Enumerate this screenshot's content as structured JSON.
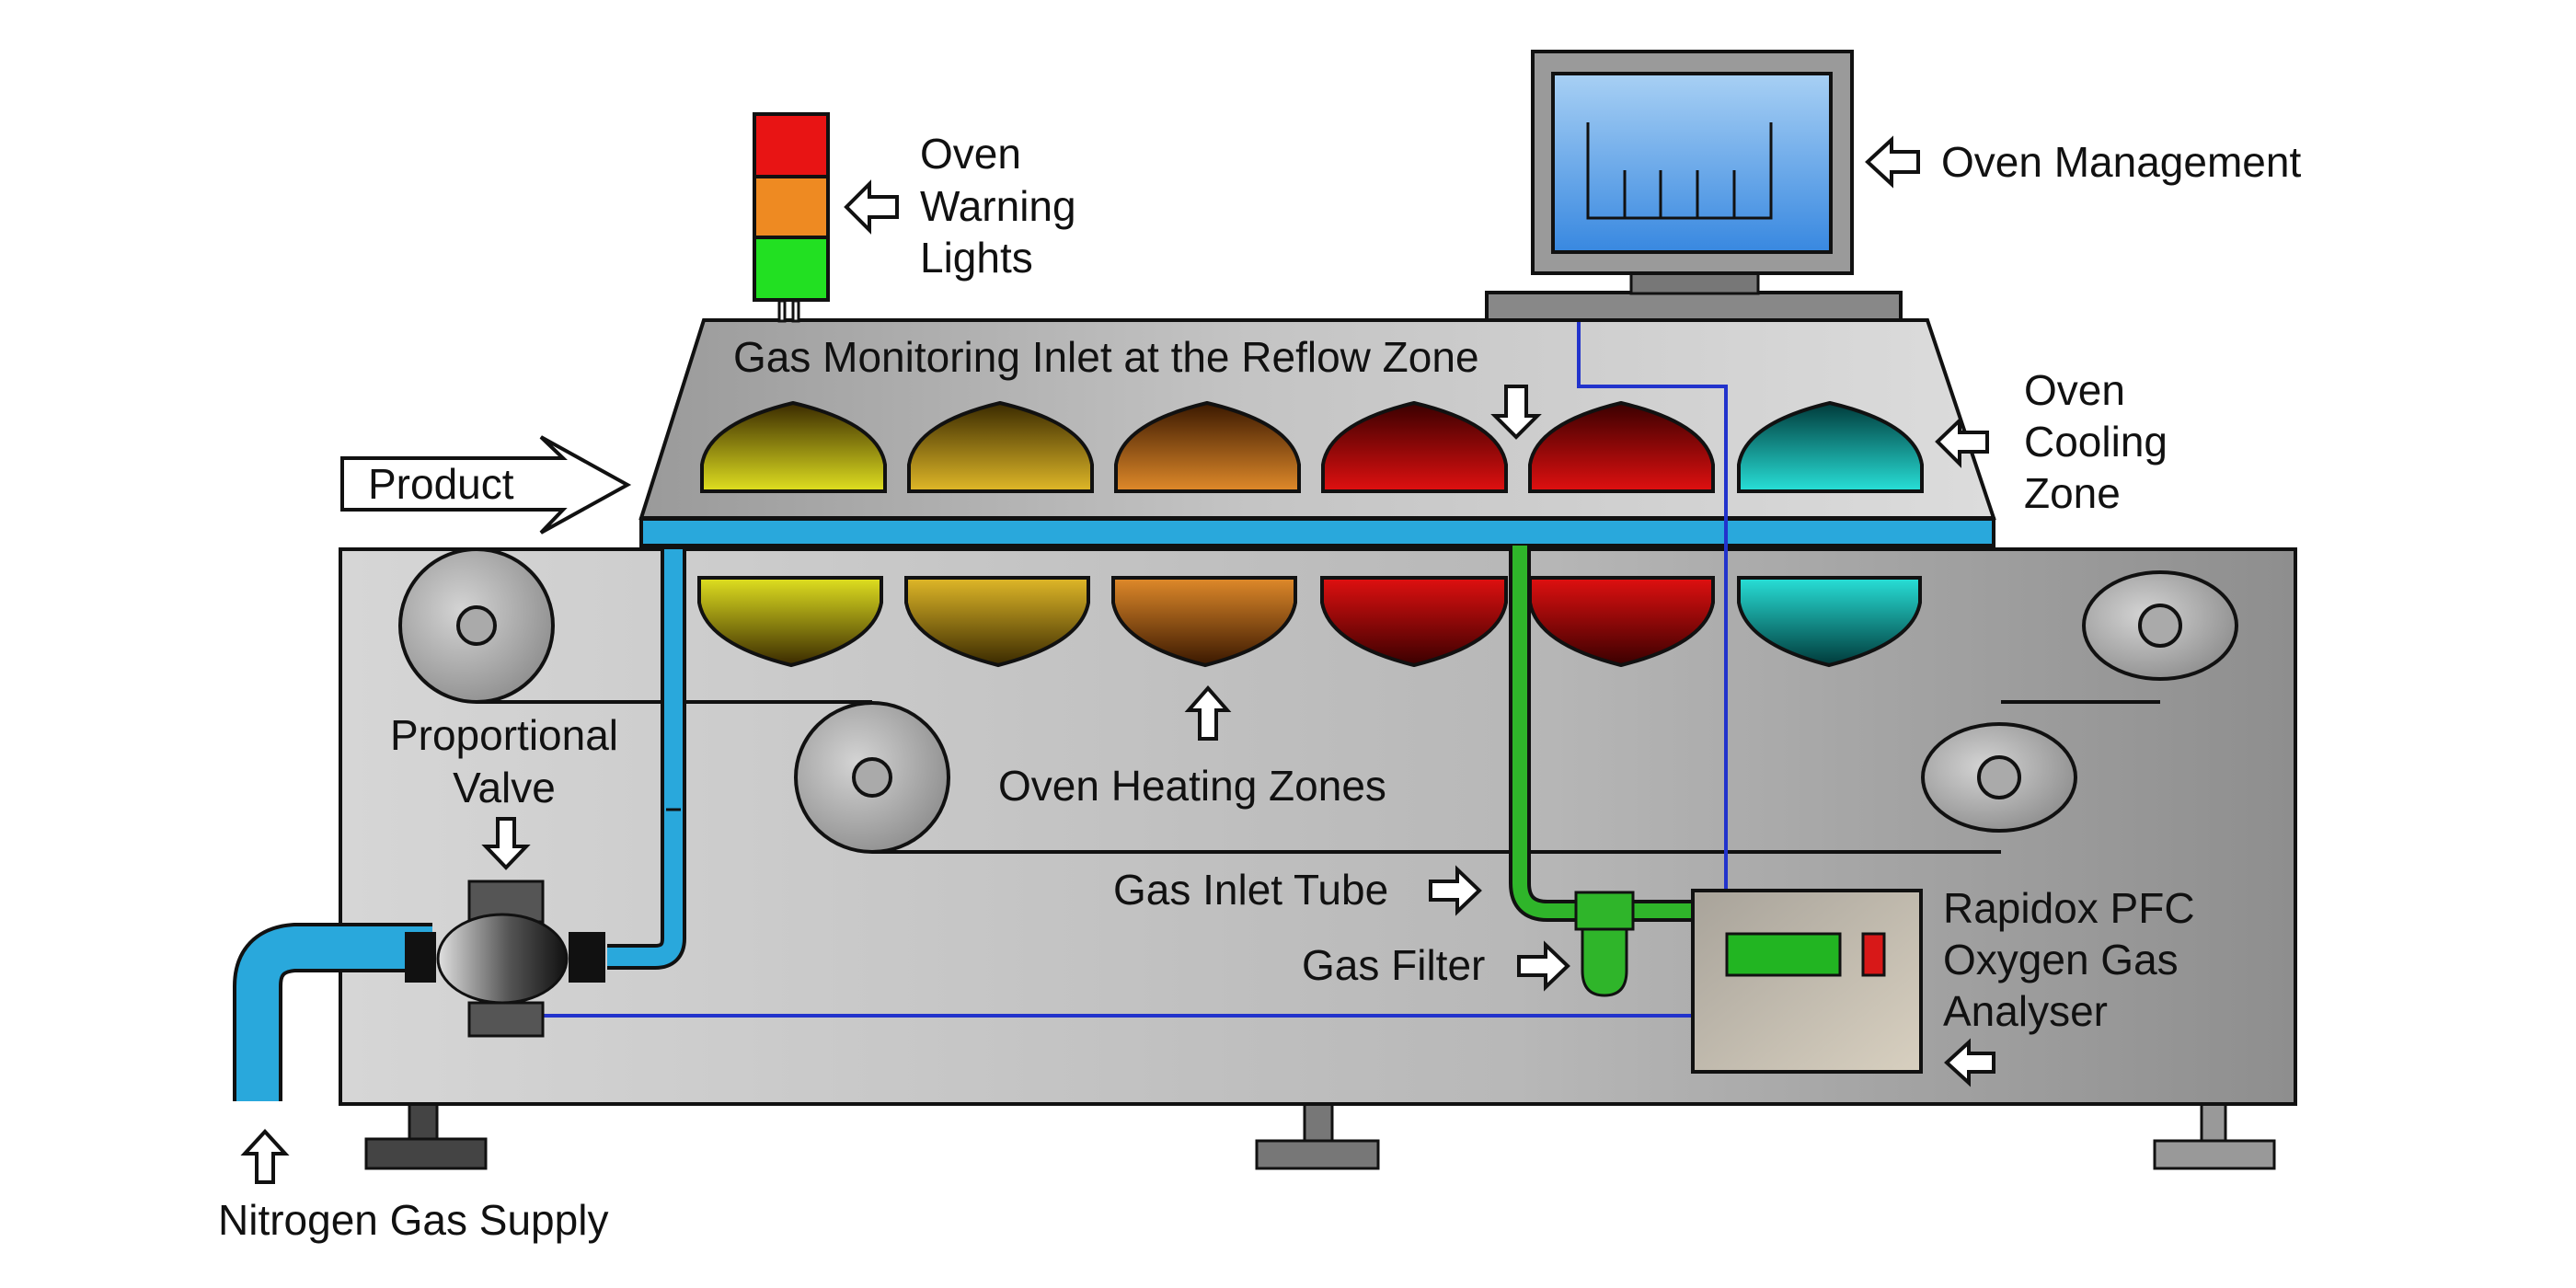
{
  "labels": {
    "warning_lights": [
      "Oven",
      "Warning",
      "Lights"
    ],
    "oven_management": "Oven Management",
    "gas_monitoring_inlet": "Gas Monitoring Inlet at the Reflow Zone",
    "product": "Product",
    "cooling_zone": [
      "Oven",
      "Cooling",
      "Zone"
    ],
    "proportional_valve": [
      "Proportional",
      "Valve"
    ],
    "heating_zones": "Oven Heating Zones",
    "gas_inlet_tube": "Gas Inlet Tube",
    "gas_filter": "Gas Filter",
    "analyser": [
      "Rapidox PFC",
      "Oxygen Gas",
      "Analyser"
    ],
    "nitrogen_supply": "Nitrogen Gas Supply"
  },
  "colors": {
    "conveyor": "#29a8dc",
    "gas_tube": "#2fb52a",
    "signal_wire": "#2233cc",
    "light_red": "#e81414",
    "light_orange": "#ee8a22",
    "light_green": "#22e022",
    "screen": "#4a9ae8",
    "zones": [
      "#d8d420",
      "#d8a820",
      "#d8802a",
      "#d81010",
      "#d81010",
      "#20c8c8"
    ]
  },
  "zones": [
    {
      "name": "zone-1",
      "type": "heating"
    },
    {
      "name": "zone-2",
      "type": "heating"
    },
    {
      "name": "zone-3",
      "type": "heating"
    },
    {
      "name": "zone-4",
      "type": "heating"
    },
    {
      "name": "zone-5",
      "type": "heating"
    },
    {
      "name": "zone-6",
      "type": "cooling"
    }
  ]
}
